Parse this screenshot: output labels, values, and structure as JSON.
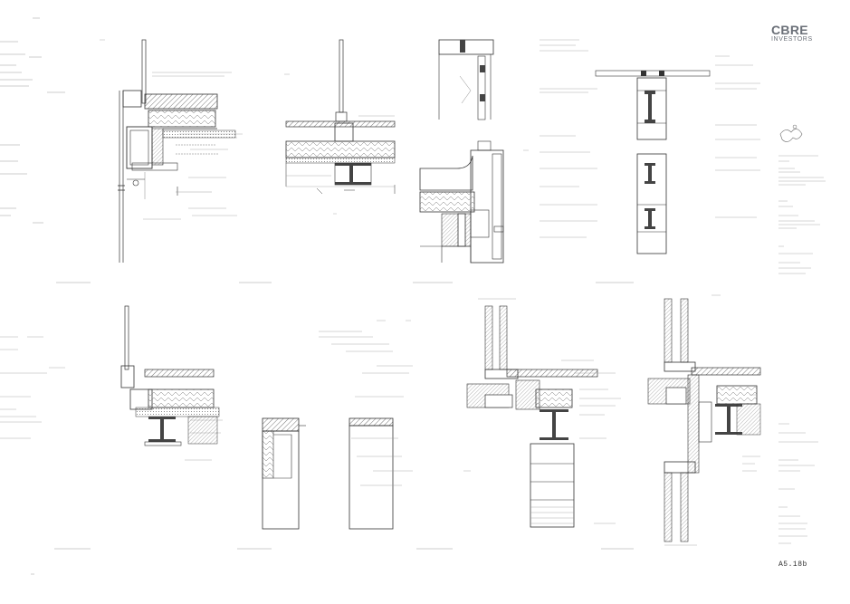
{
  "titleblock": {
    "brand": "CBRE",
    "brand_sub": "INVESTORS",
    "sheet_number": "A5.18b"
  },
  "colors": {
    "line": "#333333",
    "light_line": "#888888",
    "hatch": "#555555",
    "logo": "#6b7078"
  },
  "details": [
    {
      "id": "detail-1"
    },
    {
      "id": "detail-2"
    },
    {
      "id": "detail-3"
    },
    {
      "id": "detail-4"
    },
    {
      "id": "detail-5"
    },
    {
      "id": "detail-6"
    },
    {
      "id": "detail-7"
    },
    {
      "id": "detail-8"
    }
  ]
}
